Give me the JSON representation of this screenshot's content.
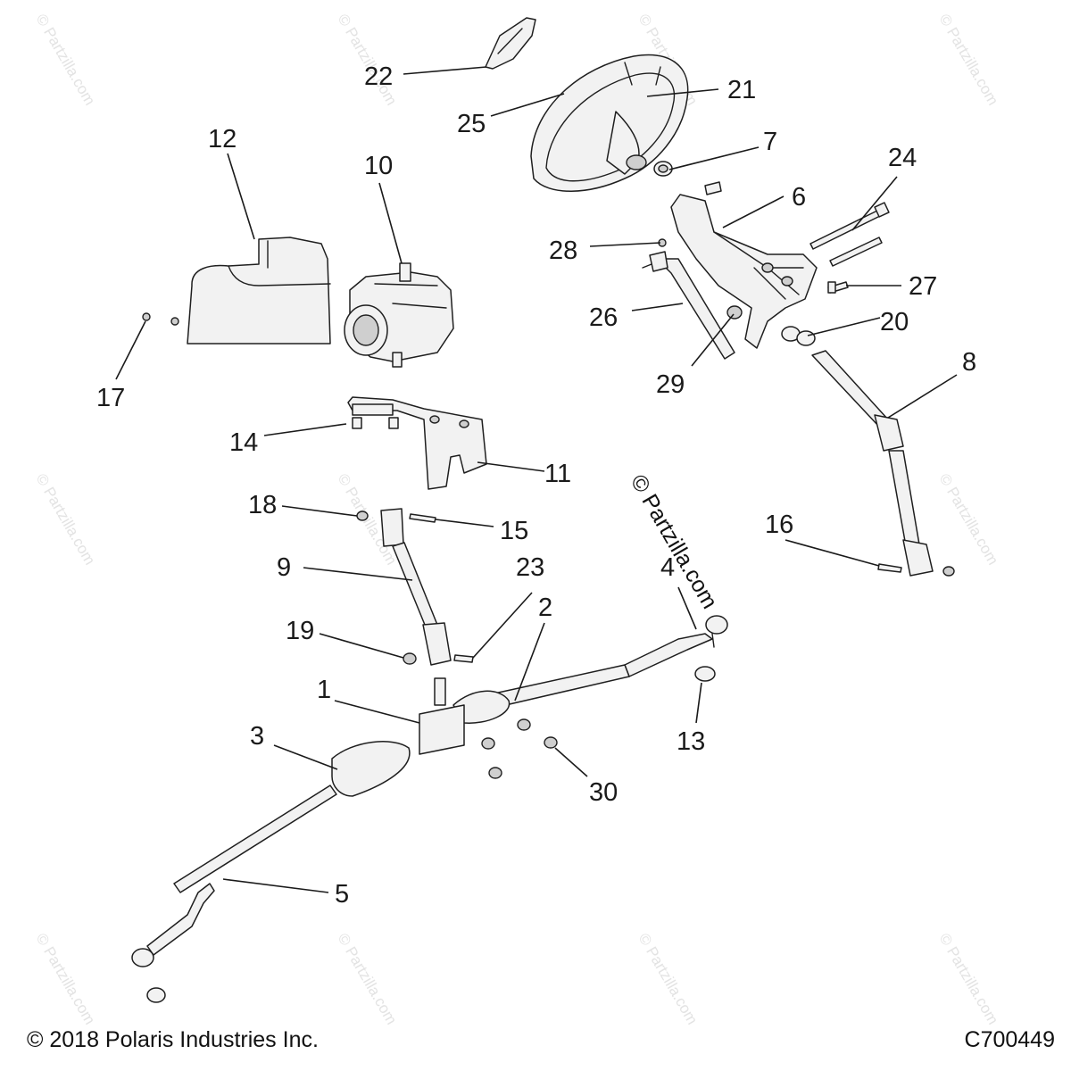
{
  "watermark": "© Partzilla.com",
  "center_watermark": "© Partzilla.com",
  "copyright": "© 2018 Polaris Industries Inc.",
  "figure_code": "C700449",
  "callouts": {
    "n1": "1",
    "n2": "2",
    "n3": "3",
    "n4": "4",
    "n5": "5",
    "n6": "6",
    "n7": "7",
    "n8": "8",
    "n9": "9",
    "n10": "10",
    "n11": "11",
    "n12": "12",
    "n13": "13",
    "n14": "14",
    "n15": "15",
    "n16": "16",
    "n17": "17",
    "n18": "18",
    "n19": "19",
    "n20": "20",
    "n21": "21",
    "n22": "22",
    "n23": "23",
    "n24": "24",
    "n25": "25",
    "n26": "26",
    "n27": "27",
    "n28": "28",
    "n29": "29",
    "n30": "30"
  }
}
